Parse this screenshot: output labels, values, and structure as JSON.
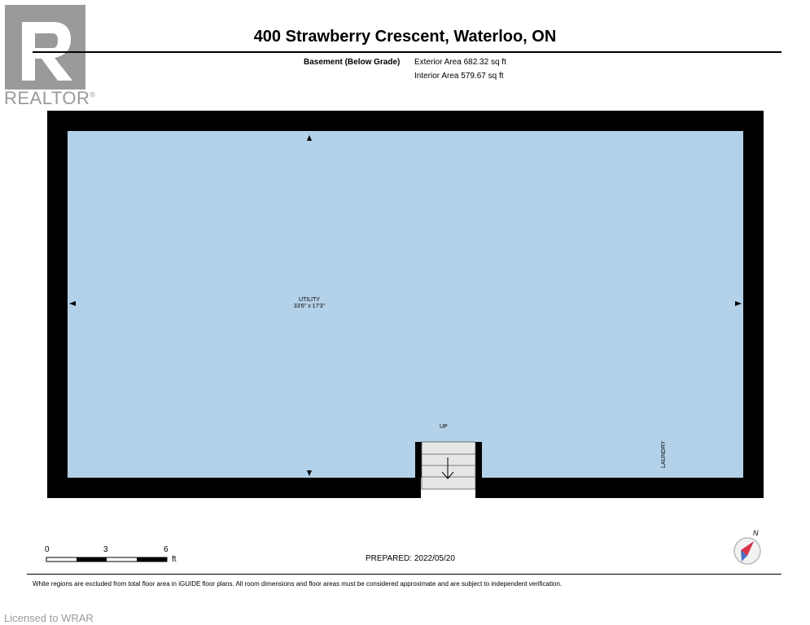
{
  "header": {
    "title": "400 Strawberry Crescent, Waterloo, ON",
    "level_name": "Basement (Below Grade)",
    "exterior_area": "Exterior Area 682.32 sq ft",
    "interior_area": "Interior Area 579.67 sq ft"
  },
  "logo": {
    "text": "REALTOR",
    "trademark": "®"
  },
  "room": {
    "name": "UTILITY",
    "dimensions": "33'6\" x 17'3\""
  },
  "labels": {
    "stairs": "UP",
    "laundry": "LAUNDRY"
  },
  "scale_bar": {
    "ticks": [
      "0",
      "3",
      "6"
    ],
    "unit": "ft"
  },
  "prepared": "PREPARED: 2022/05/20",
  "compass": {
    "label": "N",
    "icon": "compass-icon"
  },
  "disclaimer": "White regions are excluded from total floor area in iGUIDE floor plans. All room dimensions and floor areas must be considered approximate and are subject to independent verification.",
  "watermark": "Licensed to WRAR",
  "colors": {
    "room_fill": "#b3d1e8",
    "wall": "#000000",
    "stair_fill": "#e6e6e6",
    "compass_accent": "#d9324b",
    "compass_blue": "#4a73c9"
  }
}
